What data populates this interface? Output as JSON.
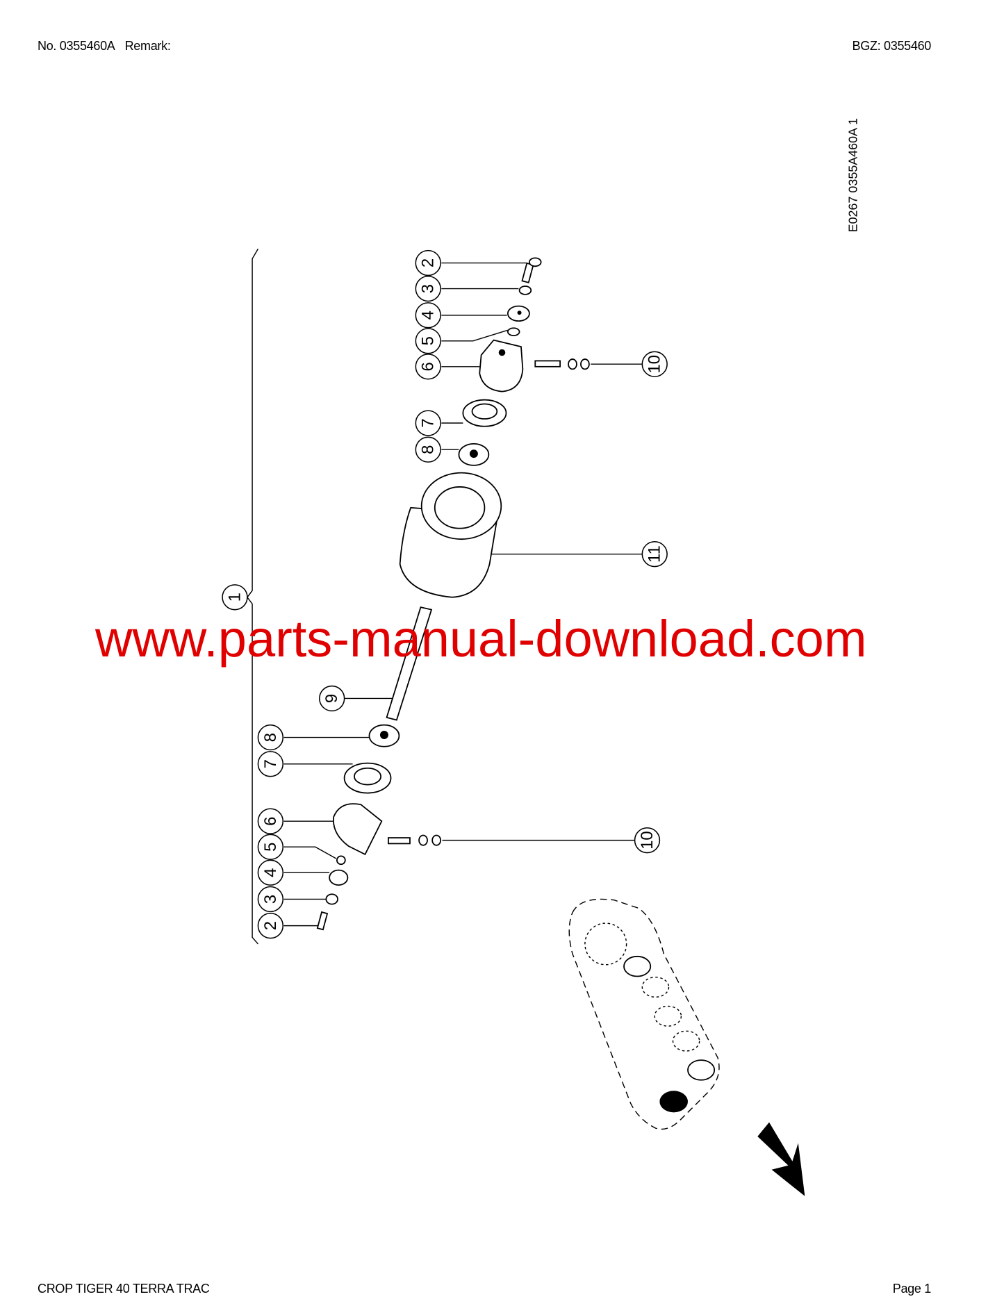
{
  "header": {
    "document_number": "No. 0355460A",
    "remark_label": "Remark:",
    "bgz": "BGZ: 0355460"
  },
  "drawing": {
    "drawing_code": "E0267 0355A460A 1",
    "callouts_upper": [
      "2",
      "3",
      "4",
      "5",
      "6",
      "7",
      "8"
    ],
    "callouts_lower": [
      "8",
      "7",
      "6",
      "5",
      "4",
      "3",
      "2"
    ],
    "callout_assembly": "1",
    "callout_shaft": "9",
    "callout_bolt_upper": "10",
    "callout_bolt_lower": "10",
    "callout_roller": "11"
  },
  "watermark": "www.parts-manual-download.com",
  "watermark_color": "#e00000",
  "footer": {
    "model": "CROP TIGER 40 TERRA TRAC",
    "page": "Page 1"
  }
}
